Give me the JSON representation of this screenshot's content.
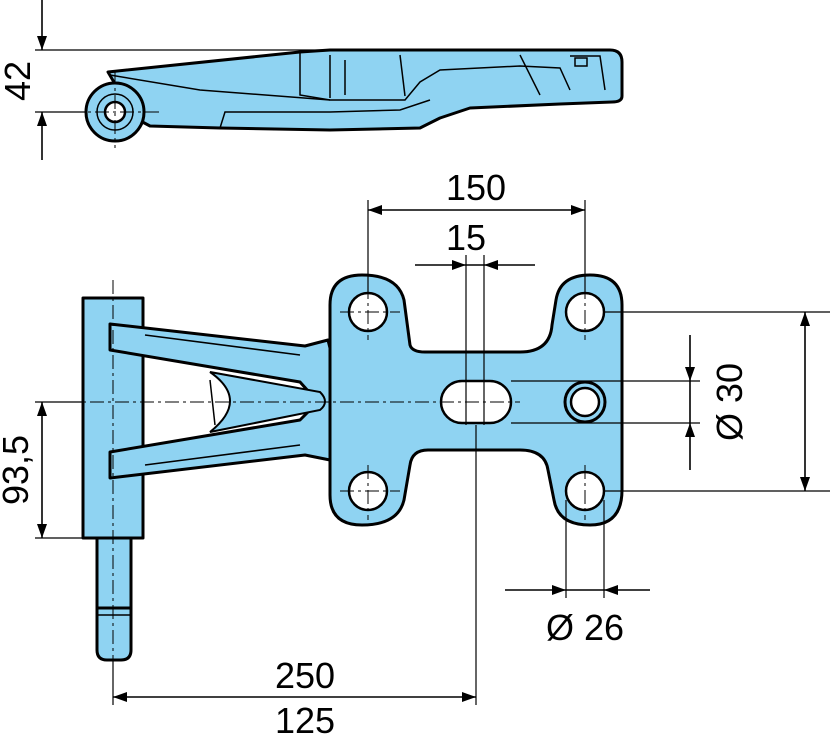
{
  "dimensions": {
    "height_top_view": "42",
    "hole_spacing_outer": "150",
    "slot_width": "15",
    "hole_spacing_vertical": "Ø 30",
    "hole_diameter": "Ø 26",
    "arm_height": "93,5",
    "overall_length": "250",
    "pivot_offset": "125"
  },
  "colors": {
    "part_fill": "#8fd3f2",
    "outline": "#000000",
    "background": "#ffffff"
  }
}
